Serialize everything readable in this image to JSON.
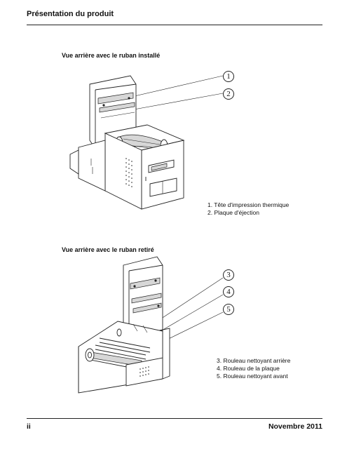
{
  "header": {
    "title": "Présentation du produit"
  },
  "section_installed": {
    "caption": "Vue arrière avec le ruban installé",
    "callouts": [
      "1",
      "2"
    ],
    "legend": [
      "1. Tête d'impression thermique",
      "2. Plaque d'éjection"
    ]
  },
  "section_removed": {
    "caption": "Vue arrière avec le ruban retiré",
    "callouts": [
      "3",
      "4",
      "5"
    ],
    "legend": [
      "3. Rouleau nettoyant arrière",
      "4. Rouleau de la plaque",
      "5. Rouleau nettoyant avant"
    ]
  },
  "footer": {
    "page": "ii",
    "date": "Novembre 2011"
  }
}
